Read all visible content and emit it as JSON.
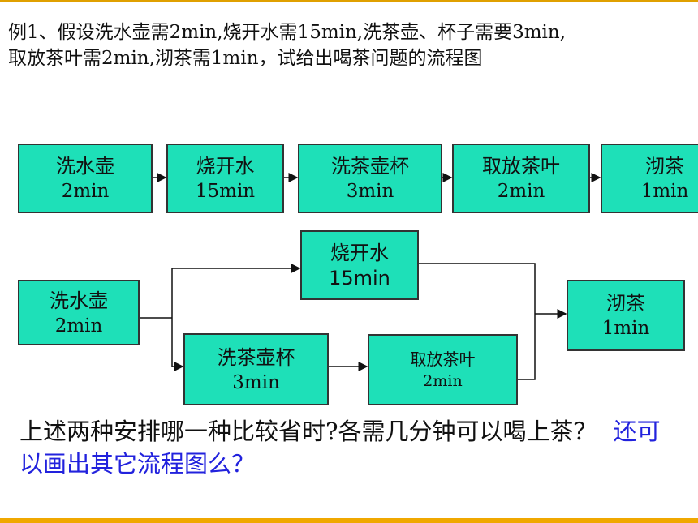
{
  "colors": {
    "box_fill": "#1ee0b8",
    "accent_bar": "#f0a800",
    "question_blue": "#2222dd"
  },
  "intro": "例1、假设洗水壶需2min,烧开水需15min,洗茶壶、杯子需要3min,\n取放茶叶需2min,沏茶需1min，试给出喝茶问题的流程图",
  "flow_serial": [
    {
      "name": "洗水壶",
      "time": "2min"
    },
    {
      "name": "烧开水",
      "time": "15min"
    },
    {
      "name": "洗茶壶杯",
      "time": "3min"
    },
    {
      "name": "取放茶叶",
      "time": "2min"
    },
    {
      "name": "沏茶",
      "time": "1min"
    }
  ],
  "flow_parallel": {
    "start": {
      "name": "洗水壶",
      "time": "2min"
    },
    "boil": {
      "name": "烧开水",
      "time": "15min"
    },
    "wash": {
      "name": "洗茶壶杯",
      "time": "3min"
    },
    "tea_leaves": {
      "name": "取放茶叶",
      "time": "2min"
    },
    "brew": {
      "name": "沏茶",
      "time": "1min"
    }
  },
  "question": {
    "main": "上述两种安排哪一种比较省时?各需几分钟可以喝上茶？",
    "extra": "还可以画出其它流程图么？"
  }
}
